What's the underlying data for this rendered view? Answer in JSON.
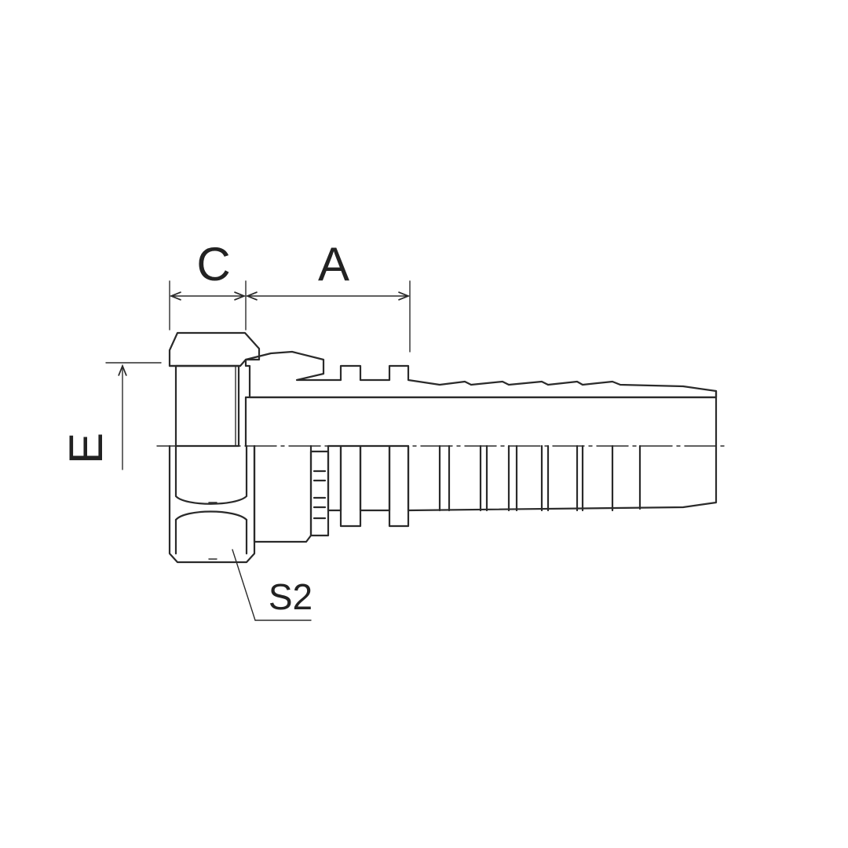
{
  "drawing": {
    "labels": {
      "c": "C",
      "a": "A",
      "e": "E",
      "s2": "S2"
    },
    "line_color": "#2a2a2a",
    "background": "#ffffff"
  }
}
